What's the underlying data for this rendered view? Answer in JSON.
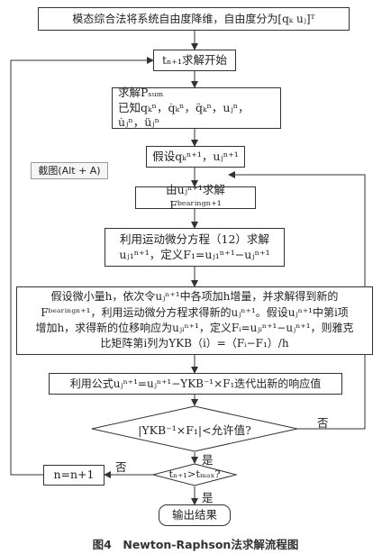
{
  "flowchart": {
    "step_reduce": "模态综合法将系统自由度降维，自由度分为[qₖ uⱼ]ᵀ",
    "step_start": "tₙ₊₁求解开始",
    "step_solve_sum_l1": "求解Pₛᵤₘ",
    "step_solve_sum_l2": "已知qₖⁿ，q̇ₖⁿ，q̈ₖⁿ，uⱼⁿ，u̇ⱼⁿ，üⱼⁿ",
    "step_assume": "假设qₖⁿ⁺¹，uⱼⁿ⁺¹",
    "step_bearing": "由uⱼⁿ⁺¹求解Fᵇᵉᵃʳⁱⁿᵍⁿ⁺¹",
    "step_equation_l1": "利用运动微分方程（12）求解",
    "step_equation_l2": "uⱼ₁ⁿ⁺¹，定义F₁=uⱼ₁ⁿ⁺¹−uⱼⁿ⁺¹",
    "step_jacobian_l1": "假设微小量h，依次令uⱼⁿ⁺¹中各项加h增量，并求解得到新的",
    "step_jacobian_l2": "Fᵇᵉᵃʳⁱⁿᵍⁿ⁺¹，利用运动微分方程求得新的uⱼⁿ⁺¹。假设uⱼⁿ⁺¹中第i项",
    "step_jacobian_l3": "增加h，求得新的位移响应为uⱼᵢⁿ⁺¹，定义Fᵢ=uⱼᵢⁿ⁺¹−uⱼⁿ⁺¹，则雅克",
    "step_jacobian_l4": "比矩阵第i列为YKB（i）=（Fᵢ−F₁）/h",
    "step_iterate": "利用公式uⱼⁿ⁺¹=uⱼⁿ⁺¹−YKB⁻¹×F₁迭代出新的响应值",
    "decision_tol": "|YKB⁻¹×F₁|<允许值?",
    "decision_time": "tₙ₊₁>tₘₐₓ?",
    "step_increment": "n=n+1",
    "step_output": "输出结果",
    "yes_1": "是",
    "no_1": "否",
    "yes_2": "是",
    "no_2": "否"
  },
  "overlay": {
    "screenshot_button": "截图(Alt + A)"
  },
  "caption": "图4　Newton-Raphson法求解流程图"
}
